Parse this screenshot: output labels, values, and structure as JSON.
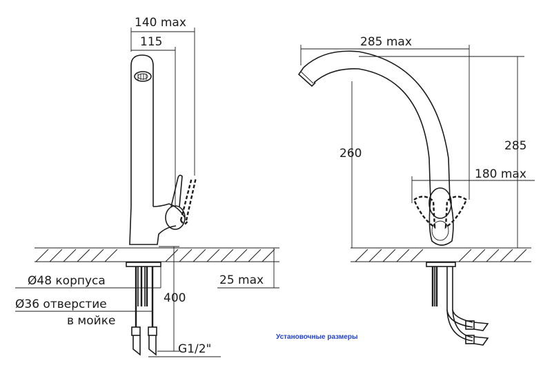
{
  "caption": "Установочные размеры",
  "side_view": {
    "width_max": "140 max",
    "width": "115",
    "body_diameter": "Ø48 корпуса",
    "hole_diameter": "Ø36 отверстие",
    "hole_location": "в мойке",
    "hose_length": "400",
    "counter_thickness": "25 max",
    "thread": "G1/2\""
  },
  "front_view": {
    "reach_max": "285 max",
    "spout_height": "260",
    "total_height": "285",
    "handle_reach_max": "180 max"
  },
  "colors": {
    "line": "#1a1a1a",
    "caption": "#1f3fd0"
  }
}
